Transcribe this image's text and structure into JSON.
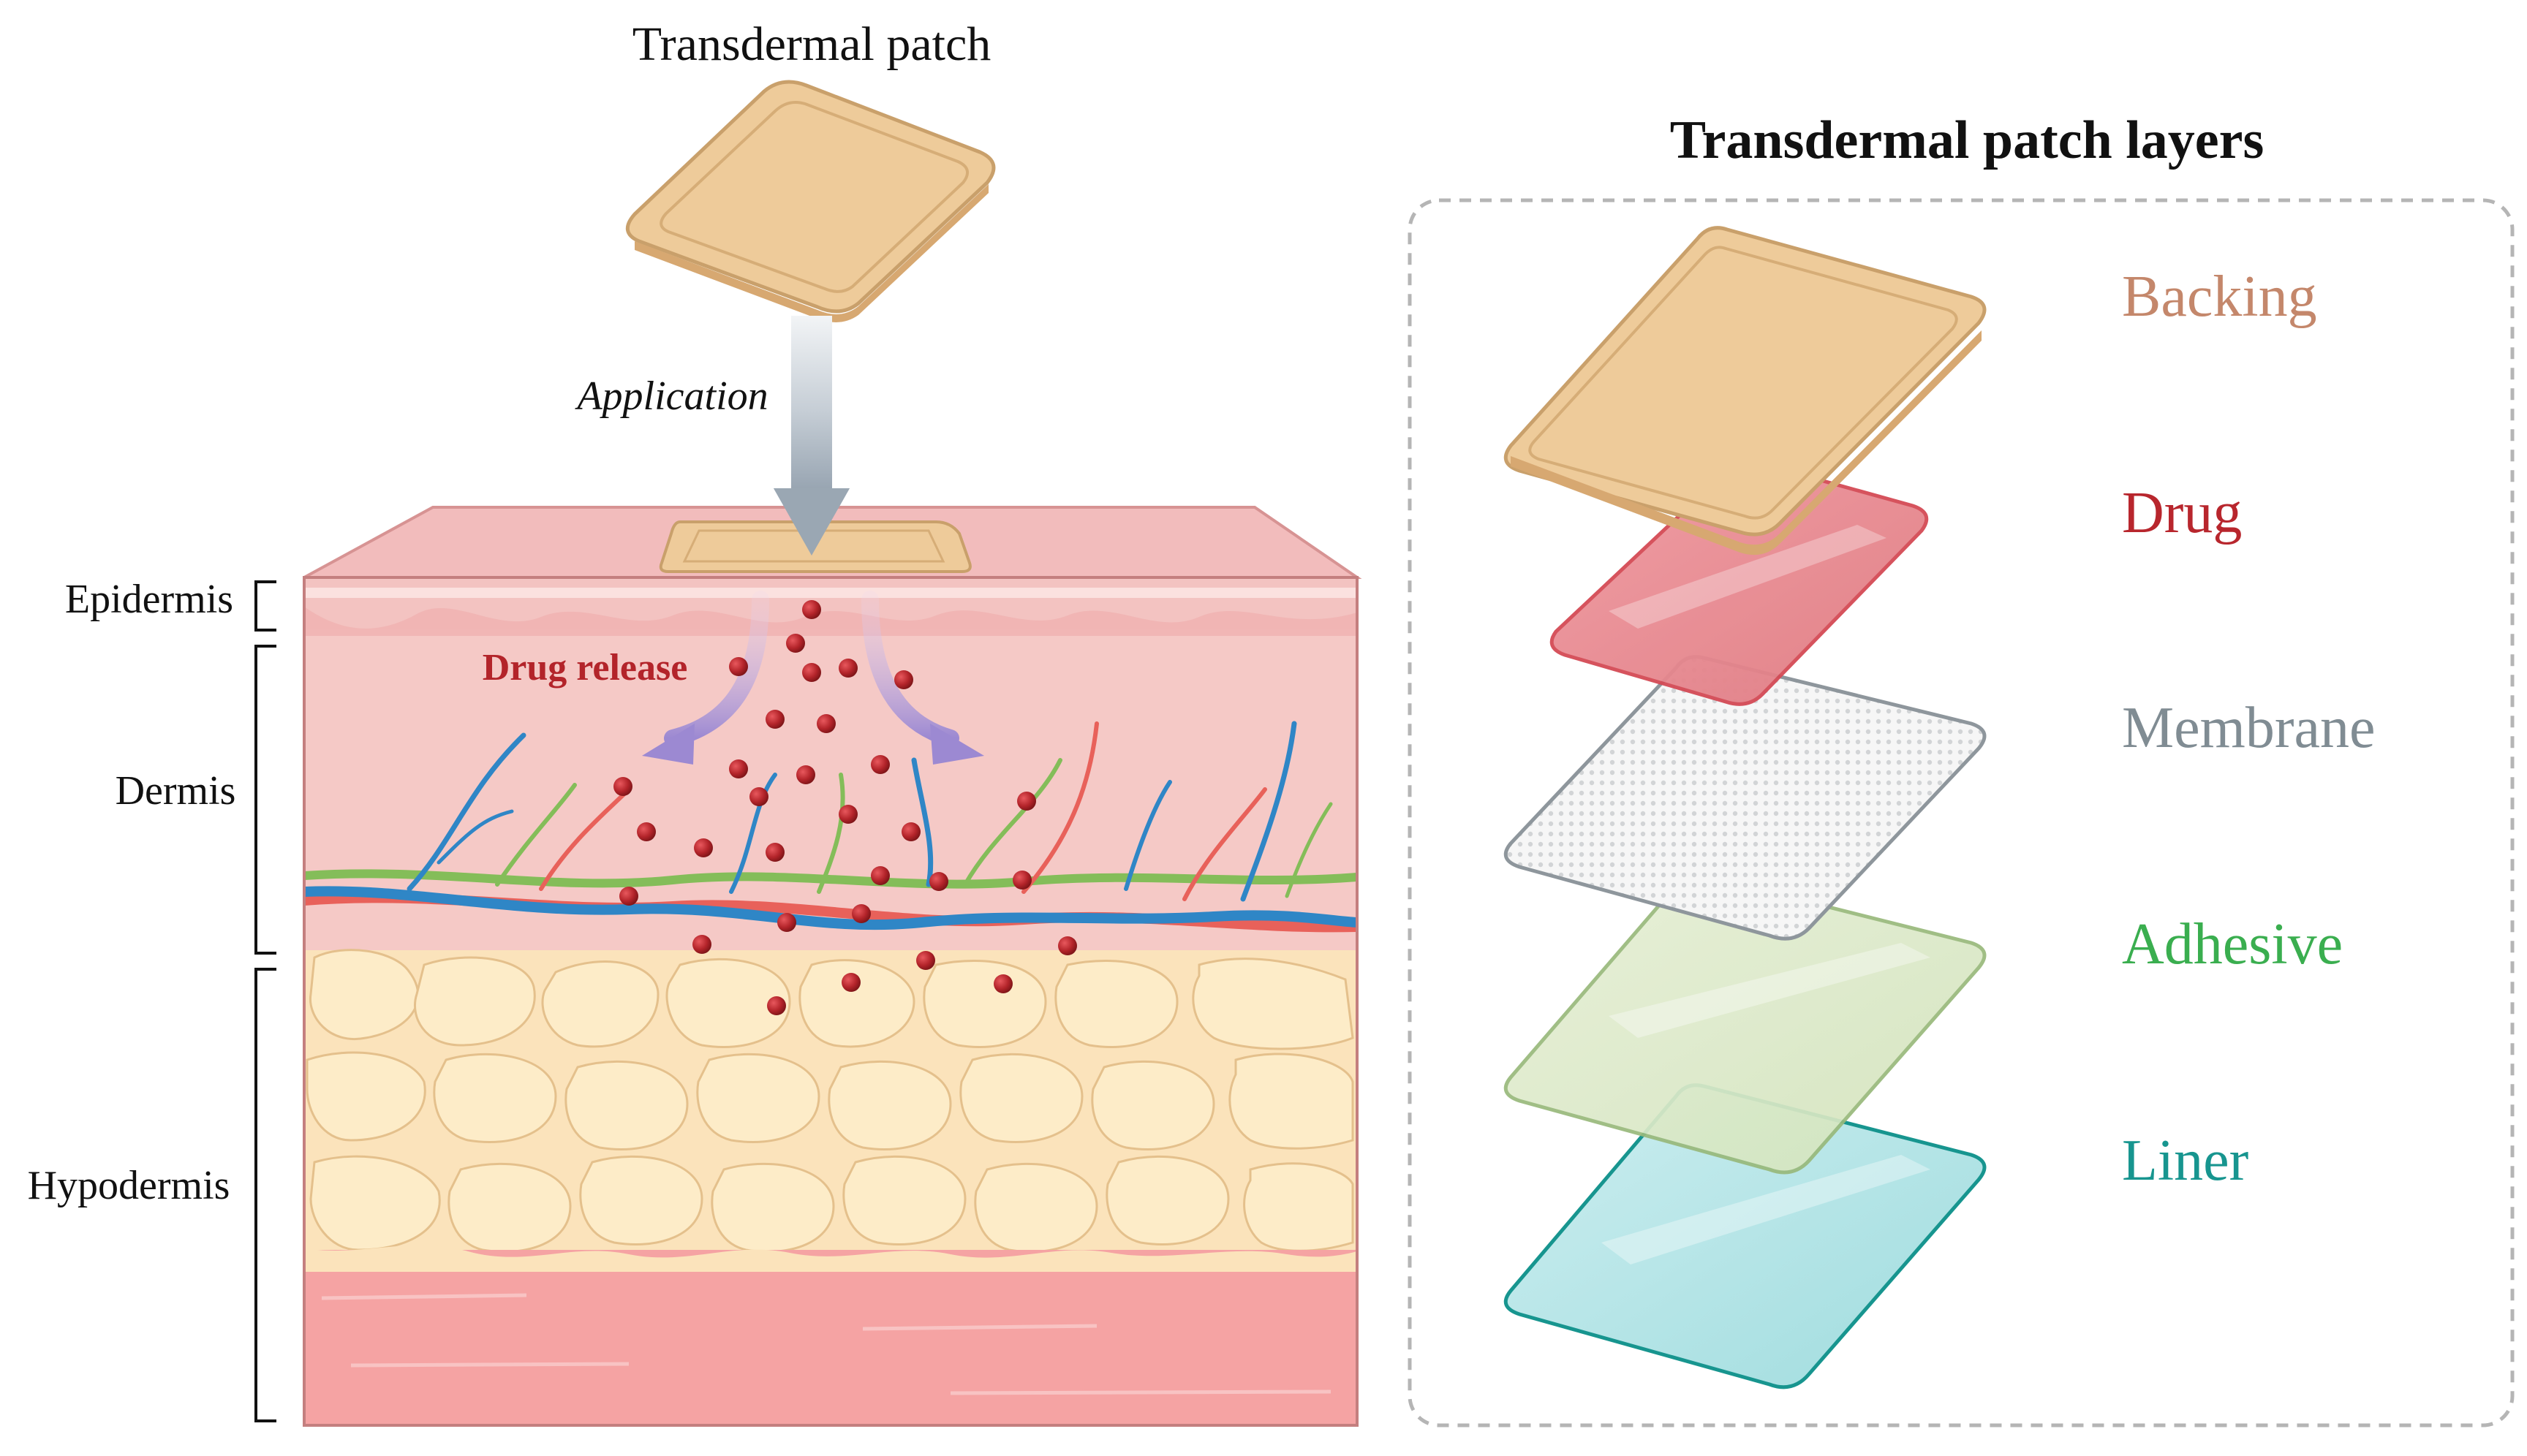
{
  "left_panel": {
    "patch_title": "Transdermal patch",
    "application_label": "Application",
    "drug_release_label": "Drug release",
    "skin_layers": [
      {
        "id": "epidermis",
        "label": "Epidermis"
      },
      {
        "id": "dermis",
        "label": "Dermis"
      },
      {
        "id": "hypodermis",
        "label": "Hypodermis"
      }
    ]
  },
  "right_panel": {
    "title": "Transdermal patch layers",
    "layers": [
      {
        "id": "backing",
        "label": "Backing",
        "color": "#c4876b"
      },
      {
        "id": "drug",
        "label": "Drug",
        "color": "#b8262d"
      },
      {
        "id": "membrane",
        "label": "Membrane",
        "color": "#808c93"
      },
      {
        "id": "adhesive",
        "label": "Adhesive",
        "color": "#3aae4f"
      },
      {
        "id": "liner",
        "label": "Liner",
        "color": "#17958f"
      }
    ]
  },
  "colors": {
    "patch": "#eecb9a",
    "epidermis": "#f3c3c1",
    "dermis": "#f4c2bf",
    "fat": "#fde7bf",
    "muscle": "#f5a3a3",
    "drug_particle": "#b3242a",
    "vein": "#2f86c6",
    "artery": "#e8615a",
    "nerve": "#84bd59"
  },
  "icons": {
    "drug_particle": "drug-particle-icon",
    "arrow": "application-arrow-icon"
  }
}
